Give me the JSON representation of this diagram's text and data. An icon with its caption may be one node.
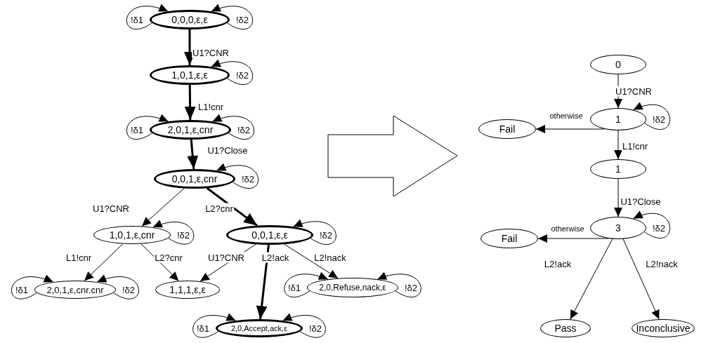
{
  "diagram": {
    "nodes": [
      {
        "text": [
          "0,0,0,ε,ε"
        ]
      },
      {
        "text": [
          "1,0,1,ε,ε"
        ]
      },
      {
        "text": [
          "2,0,1,ε,cnr"
        ]
      },
      {
        "text": [
          "0,0,1,ε,cnr"
        ]
      },
      {
        "text": [
          "1,0,1,ε,cnr"
        ]
      },
      {
        "text": [
          "0,0,1,ε,ε"
        ]
      },
      {
        "text": [
          "2,0,1,ε,cnr.cnr"
        ]
      },
      {
        "text": [
          "1,1,1,ε,ε"
        ]
      },
      {
        "text": [
          "2,0,Refuse,nack,ε"
        ]
      },
      {
        "text": [
          "2,0,Accept,ack,ε"
        ]
      },
      {
        "text": [
          "0"
        ]
      },
      {
        "text": [
          "1"
        ]
      },
      {
        "text": [
          "Fail"
        ]
      },
      {
        "text": [
          "1"
        ]
      },
      {
        "text": [
          "3"
        ]
      },
      {
        "text": [
          "Fail"
        ]
      },
      {
        "text": [
          "Pass"
        ]
      },
      {
        "text": [
          "Inconclusive"
        ]
      }
    ],
    "edges": [
      {
        "from": 0,
        "to": 0,
        "arrow": "to",
        "label": "!δ1"
      },
      {
        "from": 0,
        "to": 0,
        "arrow": "to",
        "label": "!δ2"
      },
      {
        "from": 0,
        "to": 1,
        "arrow": "to",
        "label": "U1?CNR",
        "style": "thick"
      },
      {
        "from": 1,
        "to": 1,
        "arrow": "to",
        "label": "!δ2"
      },
      {
        "from": 1,
        "to": 2,
        "arrow": "to",
        "label": "L1!cnr",
        "style": "thick"
      },
      {
        "from": 2,
        "to": 2,
        "arrow": "to",
        "label": "!δ1"
      },
      {
        "from": 2,
        "to": 2,
        "arrow": "to",
        "label": "!δ2"
      },
      {
        "from": 2,
        "to": 3,
        "arrow": "to",
        "label": "U1?Close",
        "style": "thick"
      },
      {
        "from": 3,
        "to": 3,
        "arrow": "to",
        "label": "!δ2"
      },
      {
        "from": 3,
        "to": 4,
        "arrow": "to",
        "label": "U1?CNR"
      },
      {
        "from": 3,
        "to": 5,
        "arrow": "to",
        "label": "L2?cnr",
        "style": "thick"
      },
      {
        "from": 4,
        "to": 4,
        "arrow": "to",
        "label": "!δ2"
      },
      {
        "from": 4,
        "to": 6,
        "arrow": "to",
        "label": "L1!cnr"
      },
      {
        "from": 4,
        "to": 7,
        "arrow": "to",
        "label": "L2?cnr"
      },
      {
        "from": 5,
        "to": 5,
        "arrow": "to",
        "label": "!δ2"
      },
      {
        "from": 5,
        "to": 7,
        "arrow": "to",
        "label": "U1?CNR"
      },
      {
        "from": 5,
        "to": 9,
        "arrow": "to",
        "label": "L2!ack",
        "style": "thick"
      },
      {
        "from": 5,
        "to": 8,
        "arrow": "to",
        "label": "L2!nack"
      },
      {
        "from": 6,
        "to": 6,
        "arrow": "to",
        "label": "!δ1"
      },
      {
        "from": 6,
        "to": 6,
        "arrow": "to",
        "label": "!δ2"
      },
      {
        "from": 8,
        "to": 8,
        "arrow": "to",
        "label": "!δ1"
      },
      {
        "from": 8,
        "to": 8,
        "arrow": "to",
        "label": "!δ2"
      },
      {
        "from": 9,
        "to": 9,
        "arrow": "to",
        "label": "!δ1"
      },
      {
        "from": 9,
        "to": 9,
        "arrow": "to",
        "label": "!δ2"
      },
      {
        "from": 10,
        "to": 11,
        "arrow": "to",
        "label": "U1?CNR"
      },
      {
        "from": 11,
        "to": 11,
        "arrow": "to",
        "label": "!δ2"
      },
      {
        "from": 11,
        "to": 12,
        "arrow": "to",
        "label": "otherwise"
      },
      {
        "from": 11,
        "to": 13,
        "arrow": "to",
        "label": "L1!cnr"
      },
      {
        "from": 13,
        "to": 14,
        "arrow": "to",
        "label": "U1?Close"
      },
      {
        "from": 14,
        "to": 14,
        "arrow": "to",
        "label": "!δ2"
      },
      {
        "from": 14,
        "to": 15,
        "arrow": "to",
        "label": "otherwise"
      },
      {
        "from": 14,
        "to": 16,
        "arrow": "to",
        "label": "L2!ack"
      },
      {
        "from": 14,
        "to": 17,
        "arrow": "to",
        "label": "L2!nack"
      }
    ]
  }
}
